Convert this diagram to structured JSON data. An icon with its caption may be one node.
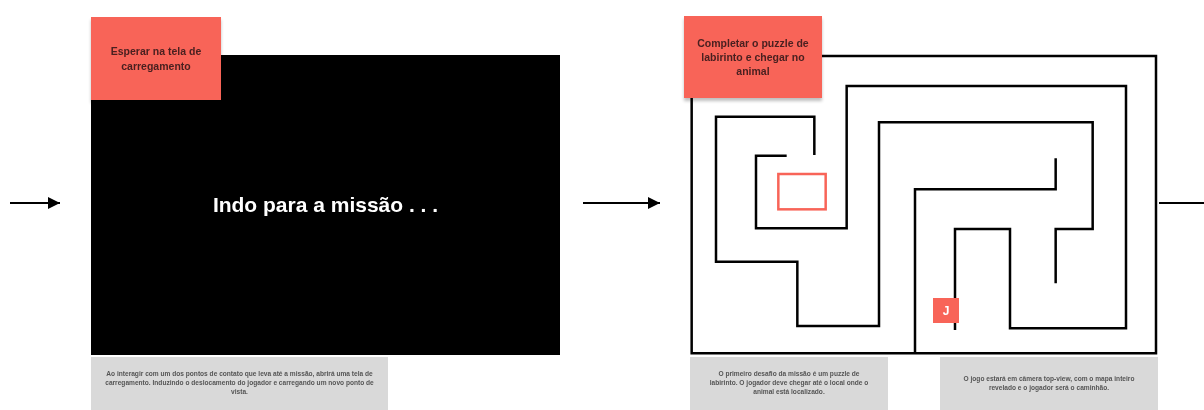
{
  "diagram": {
    "nodes": [
      {
        "text": [
          "Indo para a missão . . ."
        ]
      },
      {
        "text": [
          "Esperar na tela de carregamento"
        ]
      },
      {
        "text": [
          "Ao interagir com um dos pontos de contato que leva até a missão, abrirá uma tela de carregamento. Induzindo o deslocamento do jogador e carregando um novo ponto de vista."
        ]
      },
      {
        "text": [],
        "shape": "picture"
      },
      {
        "text": [
          "Completar o puzzle de labirinto e chegar no animal"
        ]
      },
      {
        "text": [
          "J"
        ],
        "in": 3
      },
      {
        "text": [
          "O primeiro desafio da missão é um puzzle de labirinto. O jogador deve chegar até o local onde o animal está localizado."
        ]
      },
      {
        "text": [
          "O jogo estará em câmera top-view, com o mapa inteiro revelado e o jogador será o caminhão."
        ]
      }
    ],
    "edges": [
      {
        "from": null,
        "to": 0,
        "arrow": "to"
      },
      {
        "from": 0,
        "to": 3,
        "arrow": "to"
      },
      {
        "from": 3,
        "to": null,
        "arrow": "none"
      }
    ]
  }
}
